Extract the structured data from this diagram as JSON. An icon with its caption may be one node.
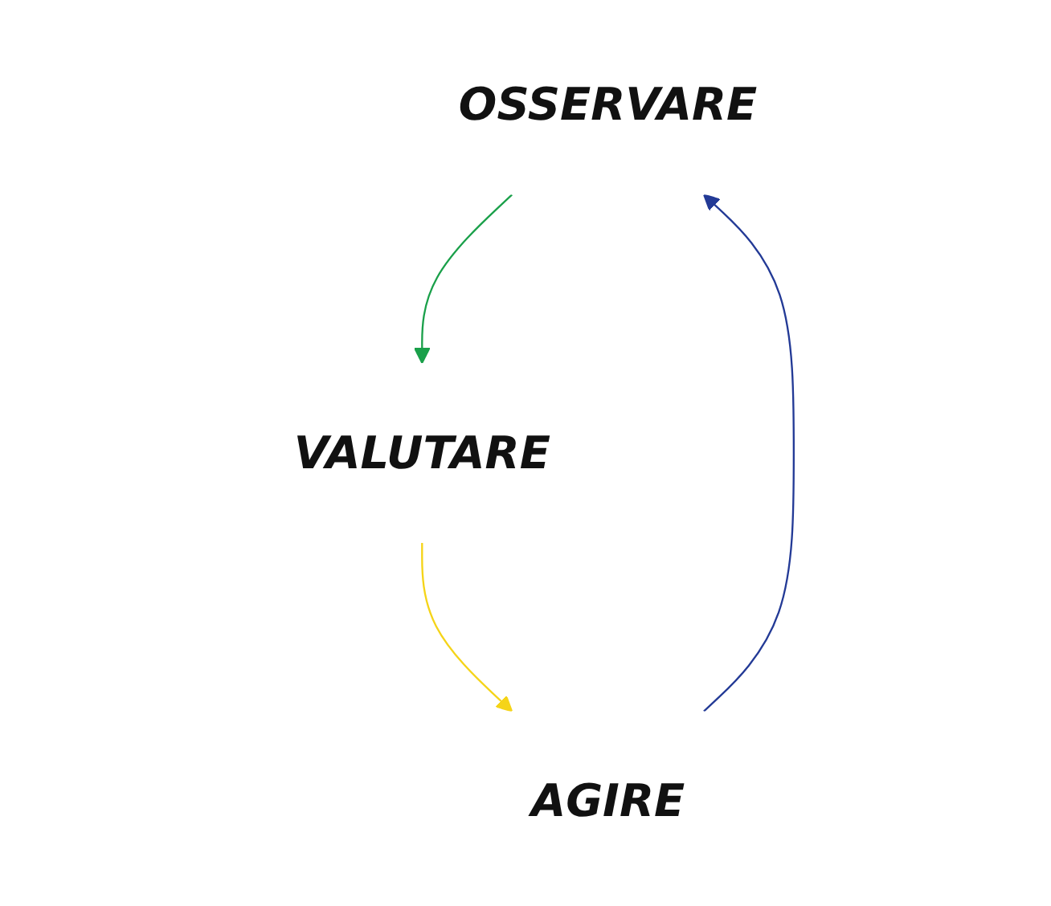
{
  "diagram": {
    "nodes": [
      {
        "text": [
          "OSSERVARE"
        ]
      },
      {
        "text": [
          "VALUTARE"
        ]
      },
      {
        "text": [
          "AGIRE"
        ]
      }
    ],
    "edges": [
      {
        "from": 0,
        "to": 1,
        "arrow": "to",
        "color": "#1aa04a"
      },
      {
        "from": 1,
        "to": 2,
        "arrow": "to",
        "color": "#f5d418"
      },
      {
        "from": 2,
        "to": 0,
        "arrow": "to",
        "color": "#233a96"
      }
    ]
  }
}
